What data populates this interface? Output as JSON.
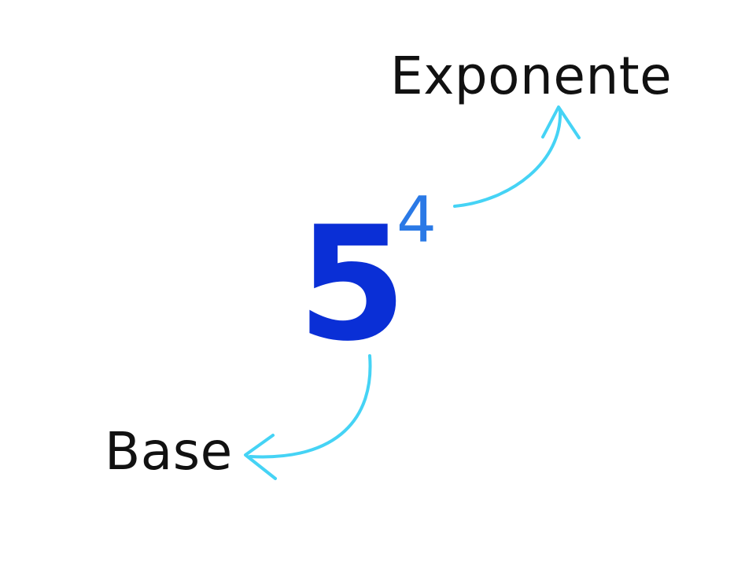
{
  "diagram": {
    "exponent_label": "Exponente",
    "base_label": "Base",
    "base_value": "5",
    "exponent_value": "4",
    "colors": {
      "base": "#0a2fd6",
      "exponent": "#2a79e6",
      "arrow": "#45d3f5",
      "text": "#111111"
    }
  }
}
